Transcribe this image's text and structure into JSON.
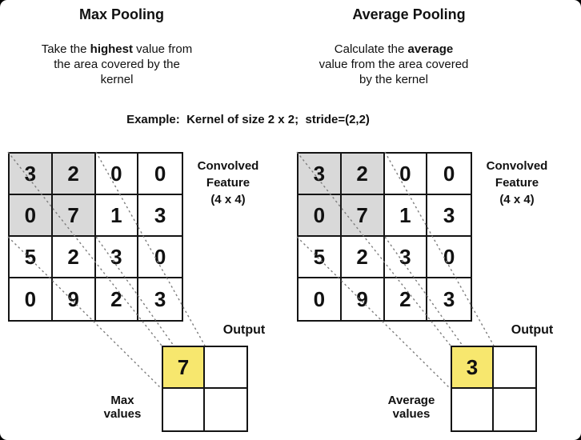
{
  "example_caption": "Example:  Kernel of size 2 x 2;  stride=(2,2)",
  "colors": {
    "background": "#ffffff",
    "kernel_shade": "#d9d9d9",
    "output_highlight": "#f7e76e",
    "grid_border": "#141414",
    "dashed_line": "#7d7d7d"
  },
  "panels": [
    {
      "title": "Max Pooling",
      "desc": {
        "line1_pre": "Take the ",
        "line1_bold": "highest",
        "line1_post": " value from",
        "line2": "the area covered by the",
        "line3": "kernel"
      },
      "grid_label": {
        "line1": "Convolved",
        "line2": "Feature",
        "line3": "(4 x 4)"
      },
      "grid": [
        [
          3,
          2,
          0,
          0
        ],
        [
          0,
          7,
          1,
          3
        ],
        [
          5,
          2,
          3,
          0
        ],
        [
          0,
          9,
          2,
          3
        ]
      ],
      "kernel_size": "2 x 2",
      "output_label": "Output",
      "output_value": 7,
      "values_label": {
        "line1": "Max",
        "line2": "values"
      }
    },
    {
      "title": "Average Pooling",
      "desc": {
        "line1_pre": "Calculate the ",
        "line1_bold": "average",
        "line1_post": "",
        "line2": "value from the area covered",
        "line3": "by the kernel"
      },
      "grid_label": {
        "line1": "Convolved",
        "line2": "Feature",
        "line3": "(4 x 4)"
      },
      "grid": [
        [
          3,
          2,
          0,
          0
        ],
        [
          0,
          7,
          1,
          3
        ],
        [
          5,
          2,
          3,
          0
        ],
        [
          0,
          9,
          2,
          3
        ]
      ],
      "kernel_size": "2 x 2",
      "output_label": "Output",
      "output_value": 3,
      "values_label": {
        "line1": "Average",
        "line2": "values"
      }
    }
  ]
}
